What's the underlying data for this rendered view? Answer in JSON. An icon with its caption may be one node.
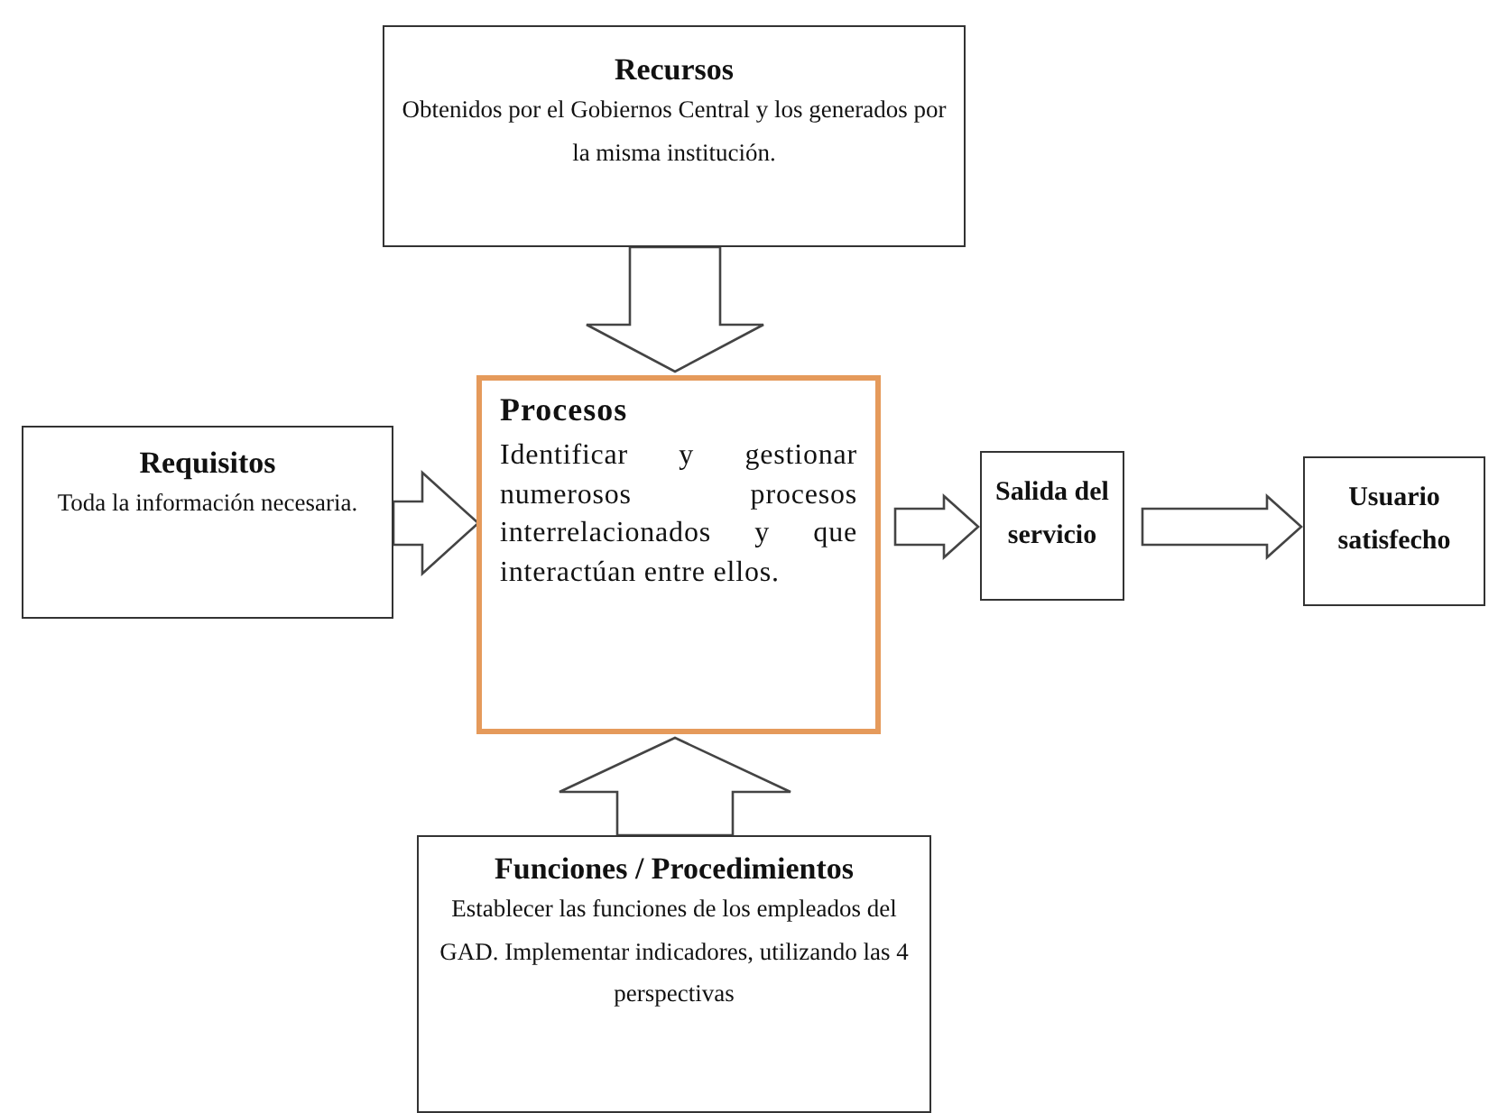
{
  "diagram": {
    "nodes": [
      {
        "text": [
          "Recursos",
          "Obtenidos por el Gobiernos Central y los generados por la misma institución."
        ]
      },
      {
        "text": [
          "Requisitos",
          "Toda la información necesaria."
        ]
      },
      {
        "text": [
          "Procesos",
          "Identificar y gestionar numerosos procesos interrelacionados y que interactúan entre ellos."
        ]
      },
      {
        "text": [
          "Salida del servicio"
        ]
      },
      {
        "text": [
          "Usuario satisfecho"
        ]
      },
      {
        "text": [
          "Funciones / Procedimientos",
          "Establecer las funciones de los empleados del GAD. Implementar indicadores, utilizando las 4 perspectivas"
        ]
      }
    ],
    "edges": [
      {
        "from": 0,
        "to": 2,
        "arrow": "to"
      },
      {
        "from": 1,
        "to": 2,
        "arrow": "to"
      },
      {
        "from": 5,
        "to": 2,
        "arrow": "to"
      },
      {
        "from": 2,
        "to": 3,
        "arrow": "to"
      },
      {
        "from": 3,
        "to": 4,
        "arrow": "to"
      }
    ]
  }
}
